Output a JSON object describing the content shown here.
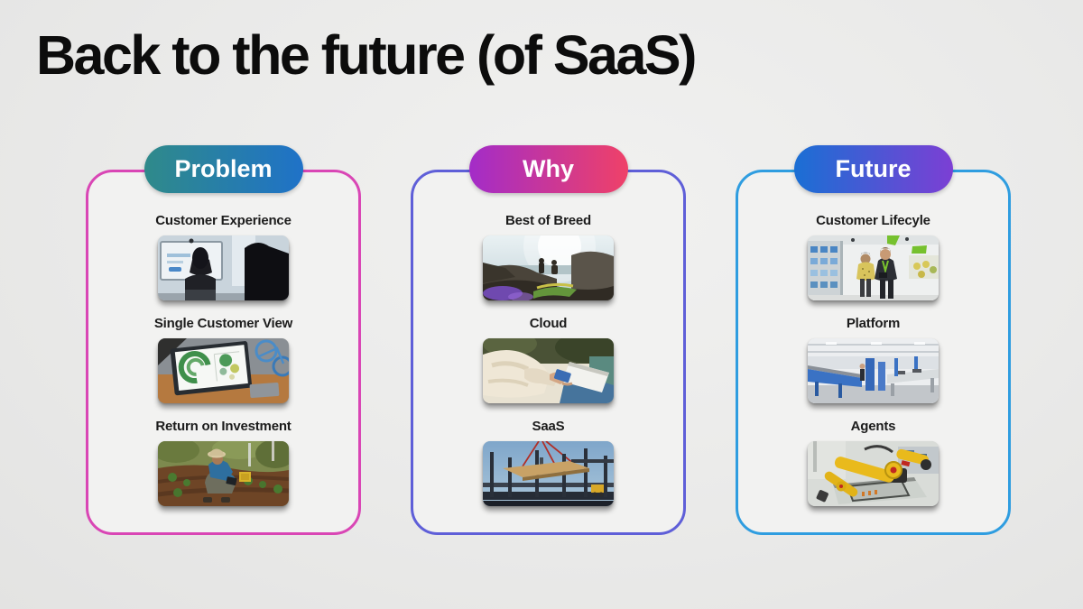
{
  "slide": {
    "title": "Back to the future (of SaaS)",
    "background_color": "#eaeae9",
    "card_background": "#f2f2f1"
  },
  "columns": [
    {
      "header": "Problem",
      "header_gradient": [
        "#2f8a8a",
        "#1f72c8"
      ],
      "border_color": "#d946b5",
      "items": [
        {
          "label": "Customer Experience",
          "image": "office-workers-at-monitors-photo"
        },
        {
          "label": "Single Customer View",
          "image": "monitor-green-charts-bicycle-photo"
        },
        {
          "label": "Return on Investment",
          "image": "farmer-with-tablet-in-field-photo"
        }
      ]
    },
    {
      "header": "Why",
      "header_gradient": [
        "#a32cc8",
        "#ef4168"
      ],
      "border_color": "#5f5fd8",
      "items": [
        {
          "label": "Best of Breed",
          "image": "hikers-on-coastal-rocks-photo"
        },
        {
          "label": "Cloud",
          "image": "hand-with-credit-card-and-tablet-photo"
        },
        {
          "label": "SaaS",
          "image": "construction-crane-lifting-panel-photo"
        }
      ]
    },
    {
      "header": "Future",
      "header_gradient": [
        "#1a6fd4",
        "#7c3fd4"
      ],
      "border_color": "#2f9de0",
      "items": [
        {
          "label": "Customer Lifecyle",
          "image": "store-associate-helping-customer-photo"
        },
        {
          "label": "Platform",
          "image": "factory-blue-machinery-photo"
        },
        {
          "label": "Agents",
          "image": "yellow-robot-arm-photo"
        }
      ]
    }
  ]
}
